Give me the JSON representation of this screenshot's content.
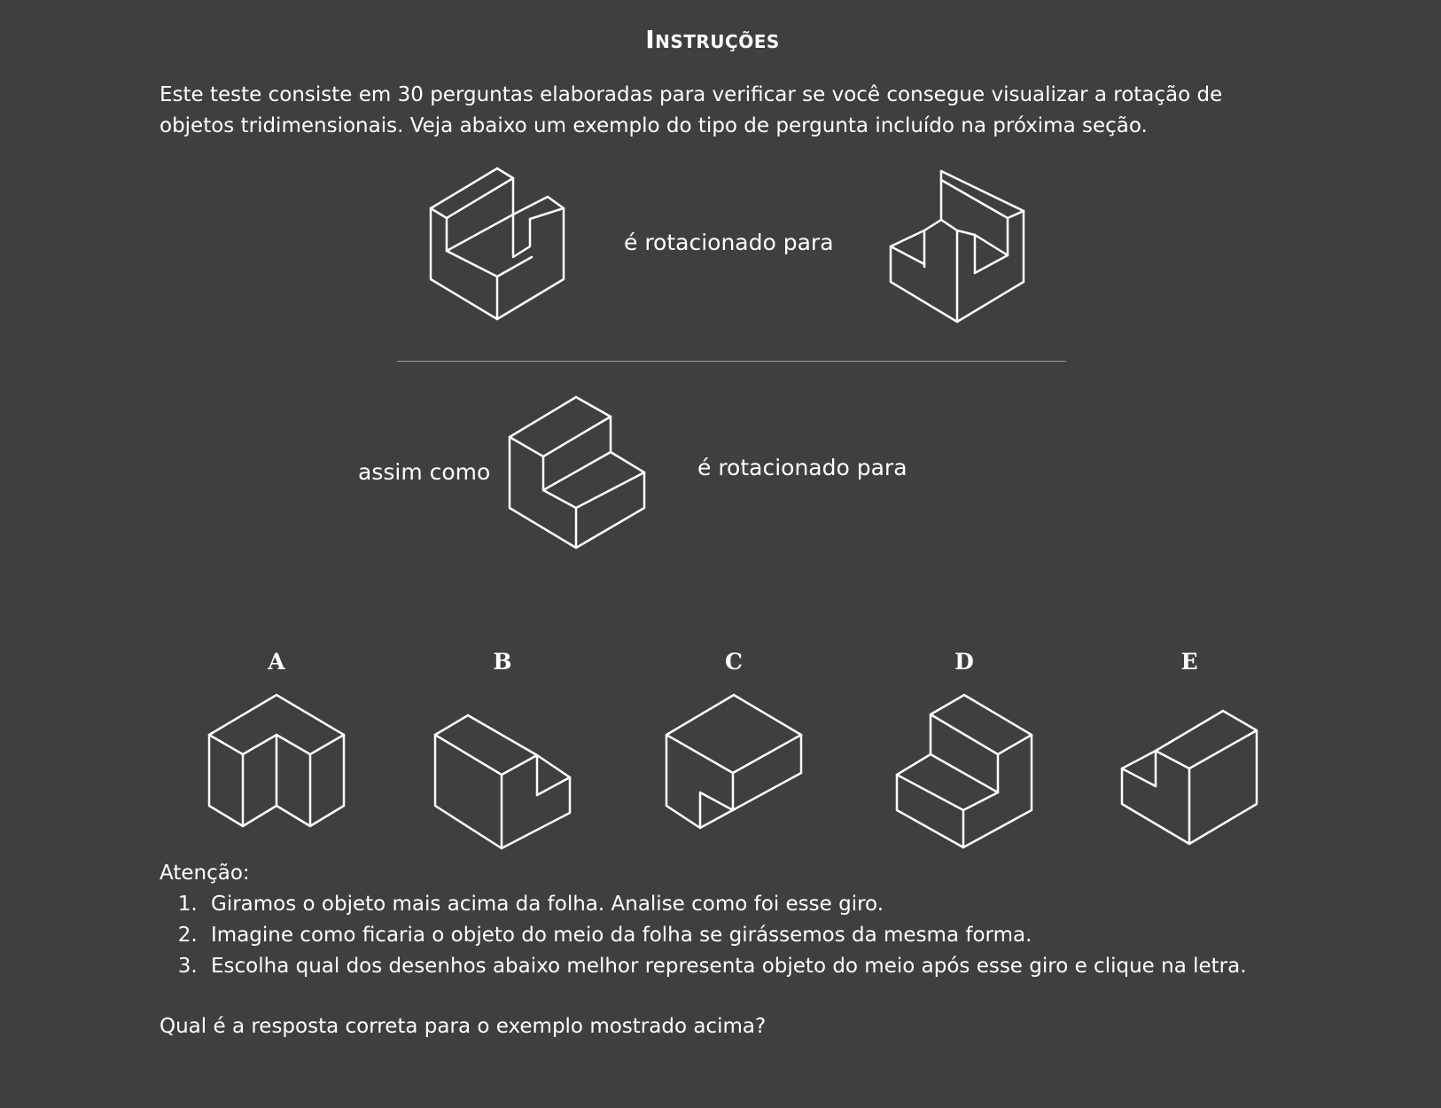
{
  "title": "Instruções",
  "intro": "Este teste consiste em 30 perguntas elaboradas para verificar se você consegue visualizar a rotação de objetos tridimensionais. Veja abaixo um exemplo do tipo de pergunta incluído na próxima seção.",
  "example": {
    "rotated_to_label": "é rotacionado para",
    "as_label": "assim como",
    "rotated_to_label_2": "é rotacionado para"
  },
  "options": [
    {
      "letter": "A"
    },
    {
      "letter": "B"
    },
    {
      "letter": "C"
    },
    {
      "letter": "D"
    },
    {
      "letter": "E"
    }
  ],
  "attention": {
    "heading": "Atenção:",
    "steps": [
      "Giramos o objeto mais acima da folha. Analise como foi esse giro.",
      "Imagine como ficaria o objeto do meio da folha se girássemos da mesma forma.",
      "Escolha qual dos desenhos abaixo melhor representa objeto do meio após esse giro e clique na letra."
    ]
  },
  "question": "Qual é a resposta correta para o exemplo mostrado acima?"
}
